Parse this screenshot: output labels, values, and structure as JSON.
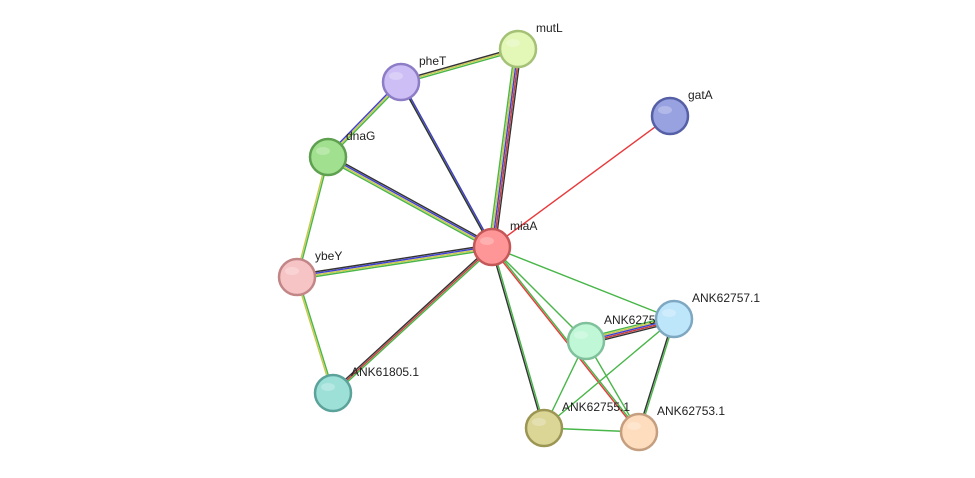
{
  "network": {
    "nodes": [
      {
        "id": "miaA",
        "label": "miaA",
        "fill": "#fe9596",
        "stroke": "#c45758"
      },
      {
        "id": "mutL",
        "label": "mutL",
        "fill": "#e3f7b7",
        "stroke": "#a4c175"
      },
      {
        "id": "pheT",
        "label": "pheT",
        "fill": "#cdbff5",
        "stroke": "#8d7cc6"
      },
      {
        "id": "dnaG",
        "label": "dnaG",
        "fill": "#a0e08e",
        "stroke": "#5ea04f"
      },
      {
        "id": "gatA",
        "label": "gatA",
        "fill": "#98a2e1",
        "stroke": "#5560a6"
      },
      {
        "id": "ybeY",
        "label": "ybeY",
        "fill": "#f7c4c5",
        "stroke": "#c28687"
      },
      {
        "id": "ANK61805.1",
        "label": "ANK61805.1",
        "fill": "#9ce0d8",
        "stroke": "#5ba29a"
      },
      {
        "id": "ANK62756",
        "label": "ANK6275",
        "fill": "#bff7d7",
        "stroke": "#80c19b"
      },
      {
        "id": "ANK62757.1",
        "label": "ANK62757.1",
        "fill": "#bee6fb",
        "stroke": "#7ea8c2"
      },
      {
        "id": "ANK62755.1",
        "label": "ANK62755.1",
        "fill": "#dbd596",
        "stroke": "#9c9655"
      },
      {
        "id": "ANK62753.1",
        "label": "ANK62753.1",
        "fill": "#fedcbe",
        "stroke": "#c49e7f"
      }
    ],
    "edges": [
      {
        "source": "miaA",
        "target": "mutL",
        "colors": [
          "#48b648",
          "#c8c84a",
          "#3e3ed0",
          "#c83e3e",
          "#333333"
        ]
      },
      {
        "source": "miaA",
        "target": "pheT",
        "colors": [
          "#48b648",
          "#c8c84a"
        ]
      },
      {
        "source": "miaA",
        "target": "dnaG",
        "colors": [
          "#48b648",
          "#c8c84a",
          "#3e3ed0",
          "#333333"
        ]
      },
      {
        "source": "miaA",
        "target": "ybeY",
        "colors": [
          "#48b648",
          "#c8c84a",
          "#3e3ed0",
          "#333333"
        ]
      },
      {
        "source": "miaA",
        "target": "ANK61805.1",
        "colors": [
          "#48b648",
          "#c83e3e",
          "#333333"
        ]
      },
      {
        "source": "miaA",
        "target": "gatA",
        "colors": [
          "#e8393b"
        ]
      },
      {
        "source": "miaA",
        "target": "ANK62757.1",
        "colors": [
          "#48b648"
        ]
      },
      {
        "source": "miaA",
        "target": "ANK62756",
        "colors": [
          "#48b648"
        ]
      },
      {
        "source": "miaA",
        "target": "ANK62755.1",
        "colors": [
          "#48b648",
          "#333333"
        ]
      },
      {
        "source": "miaA",
        "target": "ANK62753.1",
        "colors": [
          "#48b648",
          "#e8393b"
        ]
      },
      {
        "source": "mutL",
        "target": "pheT",
        "colors": [
          "#48b648",
          "#c8c84a",
          "#333333"
        ]
      },
      {
        "source": "pheT",
        "target": "dnaG",
        "colors": [
          "#48b648",
          "#c8c84a",
          "#3e3ed0"
        ]
      },
      {
        "source": "pheT",
        "target": "miaA",
        "colors": [
          "#3e3ed0",
          "#333333"
        ]
      },
      {
        "source": "dnaG",
        "target": "ybeY",
        "colors": [
          "#48b648",
          "#c8c84a"
        ]
      },
      {
        "source": "ybeY",
        "target": "ANK61805.1",
        "colors": [
          "#48b648",
          "#c8c84a"
        ]
      },
      {
        "source": "ANK62756",
        "target": "ANK62757.1",
        "colors": [
          "#48b648",
          "#c8c84a",
          "#3e3ed0",
          "#c83e3e",
          "#333333"
        ]
      },
      {
        "source": "ANK62756",
        "target": "ANK62755.1",
        "colors": [
          "#48b648"
        ]
      },
      {
        "source": "ANK62756",
        "target": "ANK62753.1",
        "colors": [
          "#48b648"
        ]
      },
      {
        "source": "ANK62757.1",
        "target": "ANK62755.1",
        "colors": [
          "#48b648"
        ]
      },
      {
        "source": "ANK62757.1",
        "target": "ANK62753.1",
        "colors": [
          "#48b648",
          "#333333"
        ]
      },
      {
        "source": "ANK62755.1",
        "target": "ANK62753.1",
        "colors": [
          "#48b648"
        ]
      }
    ]
  }
}
